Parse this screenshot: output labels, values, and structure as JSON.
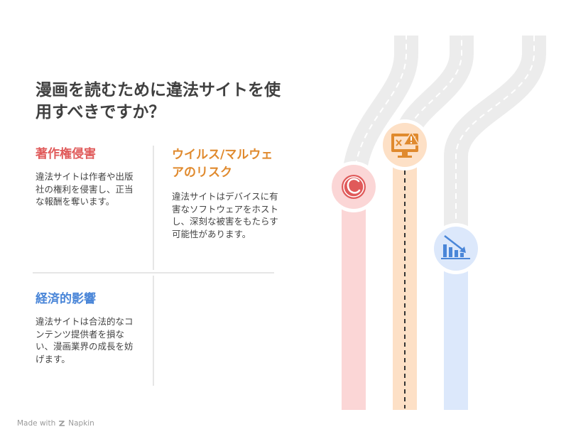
{
  "title": "漫画を読むために違法サイトを使用すべきですか？",
  "blocks": {
    "copyright": {
      "title": "著作権侵害",
      "body": "違法サイトは作者や出版社の権利を侵害し、正当な報酬を奪います。"
    },
    "malware": {
      "title": "ウイルス/マルウェアのリスク",
      "body": "違法サイトはデバイスに有害なソフトウェアをホストし、深刻な被害をもたらす可能性があります。"
    },
    "economic": {
      "title": "経済的影響",
      "body": "違法サイトは合法的なコンテンツ提供者を損ない、漫画業界の成長を妨げます。"
    }
  },
  "colors": {
    "copyright": "#e05a5a",
    "malware": "#e08a2e",
    "economic": "#4a86d8",
    "road": "#ececec",
    "copyright_lane": "#fbd6d6",
    "malware_lane": "#fde0c6",
    "economic_lane": "#dce8fb"
  },
  "icons": {
    "copyright": "copyright-icon",
    "malware": "warning-monitor-icon",
    "economic": "declining-chart-icon"
  },
  "footer": {
    "made_with": "Made with",
    "brand": "Napkin"
  }
}
